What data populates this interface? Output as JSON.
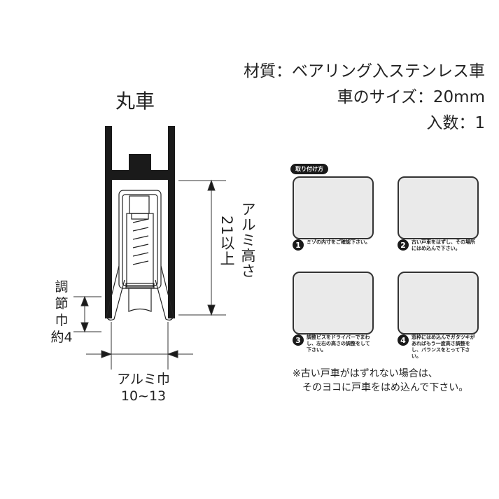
{
  "specs": {
    "material": "材質：ベアリング入ステンレス車",
    "wheel_size": "車のサイズ：20mm",
    "quantity": "入数：1"
  },
  "diagram": {
    "title": "丸車",
    "height_label_a": "アルミ高さ",
    "height_label_b": "21以上",
    "adjust_label": [
      "調",
      "節",
      "巾",
      "約4"
    ],
    "width_label_line1": "アルミ巾",
    "width_label_line2": "10~13"
  },
  "instructions": {
    "heading": "取り付け方",
    "steps": [
      {
        "number": "1",
        "text": "ミゾの内寸をご確認下さい。"
      },
      {
        "number": "2",
        "text": "古い戸車をはずし、その場所にはめ込んで下さい。"
      },
      {
        "number": "3",
        "text": "調整ビスをドライバーでまわし、左右の高さの調整をして下さい。"
      },
      {
        "number": "4",
        "text": "窓枠にはめ込んでガタツキがあればもう一度高さ調整をし、バランスをとって下さい。"
      }
    ],
    "note_line1": "※古い戸車がはずれない場合は、",
    "note_line2": "そのヨコに戸車をはめ込んで下さい。"
  }
}
